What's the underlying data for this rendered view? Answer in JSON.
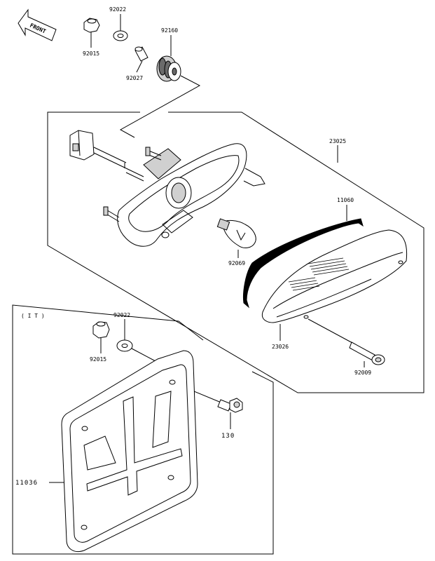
{
  "front_arrow": {
    "label": "FRONT"
  },
  "region_tag": "( I T )",
  "parts": {
    "p92015_top": "92015",
    "p92022_top": "92022",
    "p92027": "92027",
    "p92160": "92160",
    "p23025": "23025",
    "p11060": "11060",
    "p92069": "92069",
    "p23026": "23026",
    "p92009": "92009",
    "p92022_bot": "92022",
    "p92015_bot": "92015",
    "p130": "130",
    "p11036": "11036"
  }
}
